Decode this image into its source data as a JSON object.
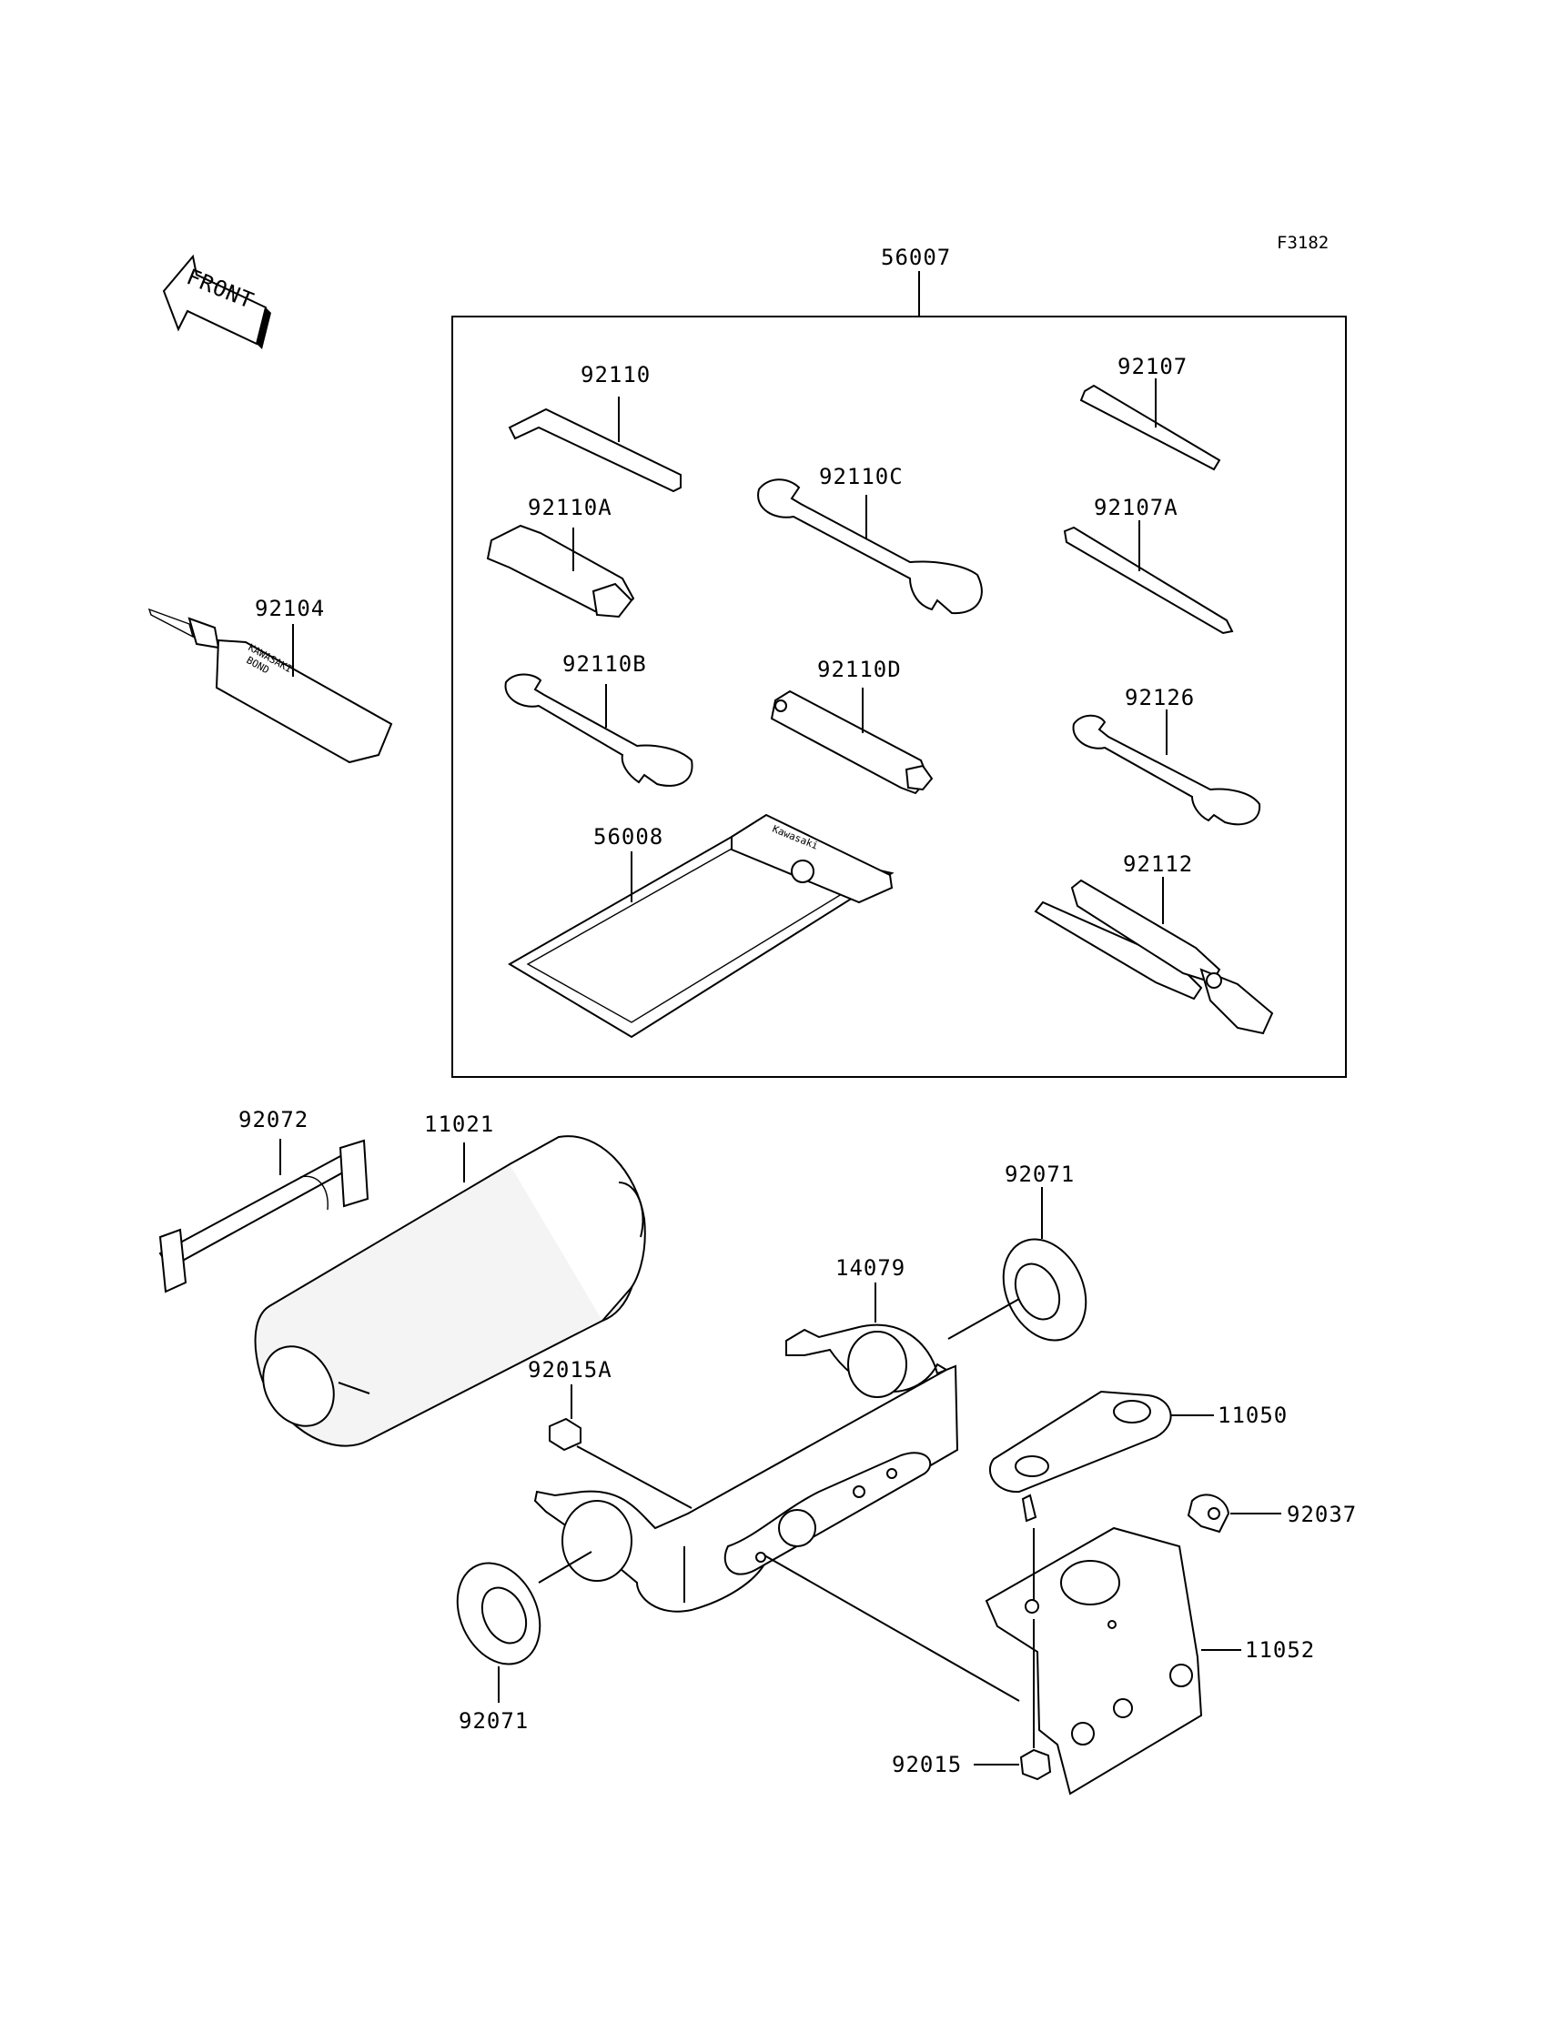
{
  "diagram": {
    "code": "F3182",
    "front_arrow_text": "FRONT",
    "tube_text_1": "KAWASAKI",
    "tube_text_2": "BOND",
    "pouch_text": "Kawasaki",
    "callouts": {
      "p56007": "56007",
      "p92110": "92110",
      "p92107": "92107",
      "p92110A": "92110A",
      "p92110C": "92110C",
      "p92107A": "92107A",
      "p92104": "92104",
      "p92110B": "92110B",
      "p92110D": "92110D",
      "p92126": "92126",
      "p56008": "56008",
      "p92112": "92112",
      "p92072": "92072",
      "p11021": "11021",
      "p92071_top": "92071",
      "p14079": "14079",
      "p92015A": "92015A",
      "p11050": "11050",
      "p92037": "92037",
      "p11052": "11052",
      "p92071_bottom": "92071",
      "p92015": "92015"
    }
  }
}
